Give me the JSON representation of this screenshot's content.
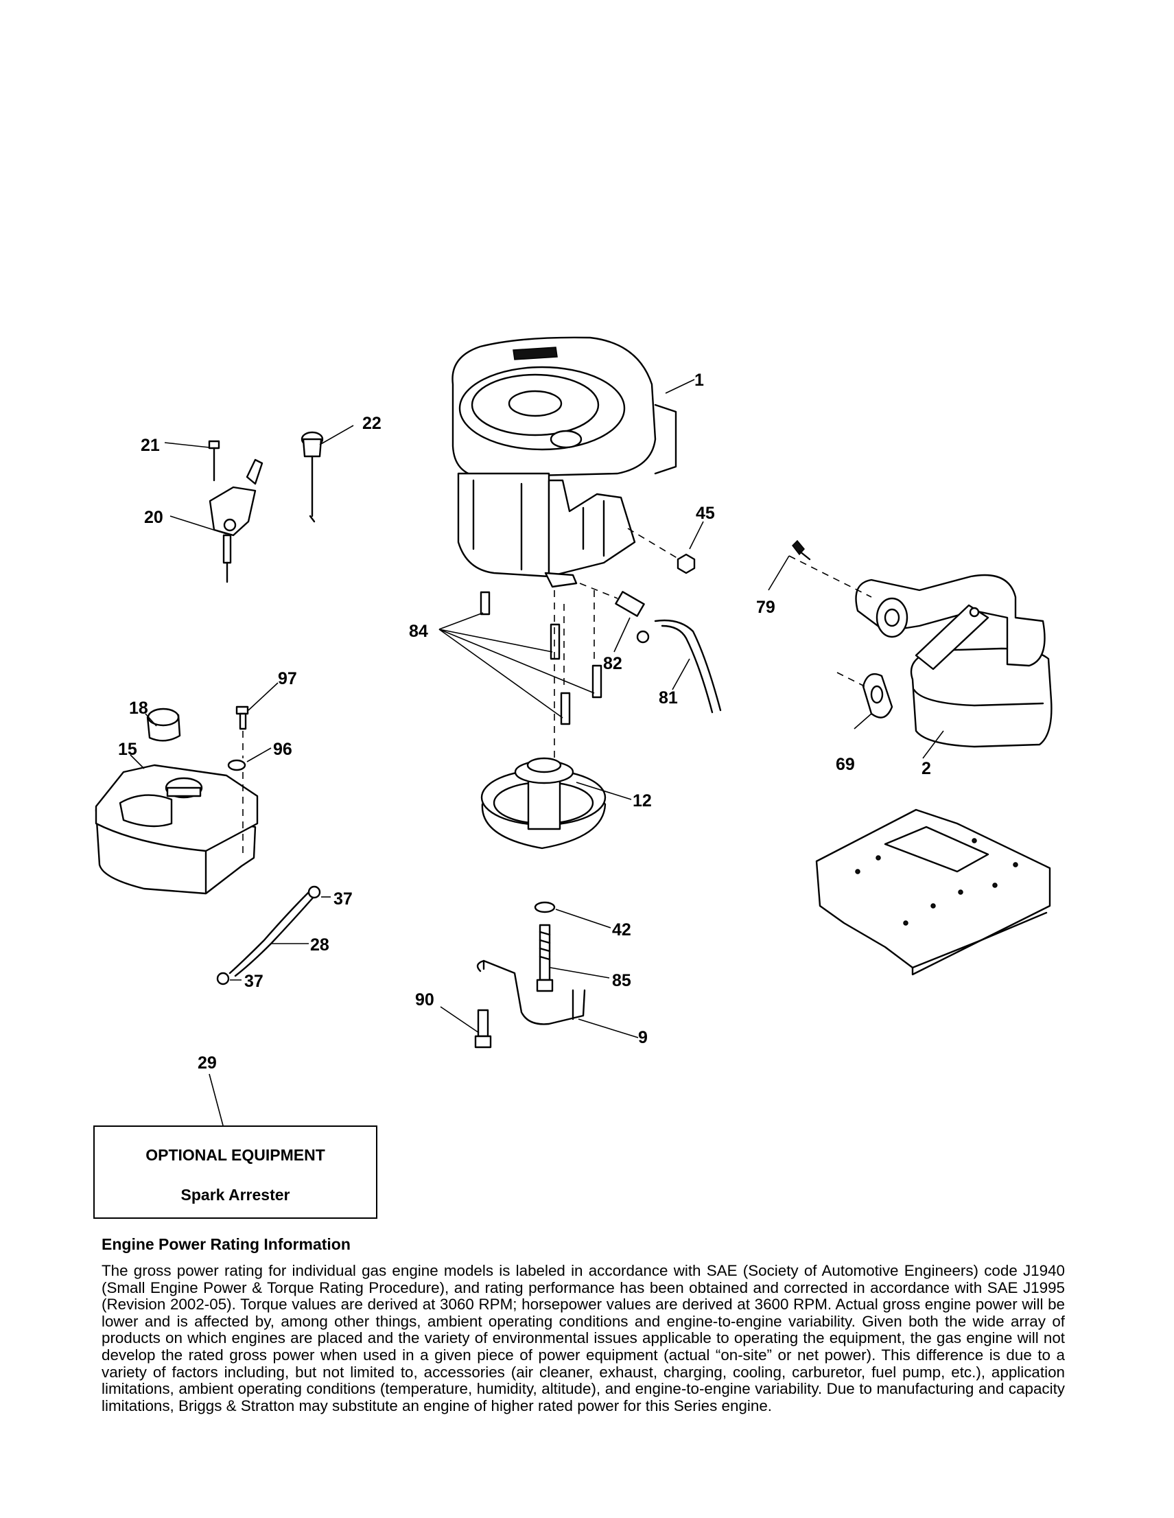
{
  "callouts": {
    "c1": "1",
    "c2": "2",
    "c9": "9",
    "c12": "12",
    "c15": "15",
    "c18": "18",
    "c20": "20",
    "c21": "21",
    "c22": "22",
    "c28": "28",
    "c29": "29",
    "c37a": "37",
    "c37b": "37",
    "c42": "42",
    "c45": "45",
    "c69": "69",
    "c79": "79",
    "c81": "81",
    "c82": "82",
    "c84": "84",
    "c85": "85",
    "c90": "90",
    "c96": "96",
    "c97": "97"
  },
  "optional_box": {
    "title": "OPTIONAL EQUIPMENT",
    "item": "Spark Arrester"
  },
  "info": {
    "heading": "Engine Power Rating Information",
    "body": "The gross power rating for individual gas engine models is labeled in accordance with SAE (Society of Automotive Engineers) code J1940 (Small Engine Power & Torque Rating Procedure), and rating performance has been obtained and corrected in accordance with SAE J1995 (Revision 2002-05). Torque values are derived at 3060 RPM; horsepower values are derived at 3600 RPM. Actual gross engine power will be lower and is affected by, among other things, ambient operating conditions and engine-to-engine variability. Given both the wide array of products on which engines are placed and the variety of environmental issues applicable to operating the equipment, the gas engine will not develop the rated gross power when used in a given piece of power equipment (actual “on-site” or net power). This difference is due to a variety of factors including, but not limited to, accessories (air cleaner, exhaust, charging, cooling, carburetor, fuel pump, etc.), application limitations, ambient operating conditions (temperature, humidity, altitude), and engine-to-engine variability. Due to manufacturing and capacity limitations, Briggs & Stratton may substitute an engine of higher rated power for this Series engine."
  }
}
